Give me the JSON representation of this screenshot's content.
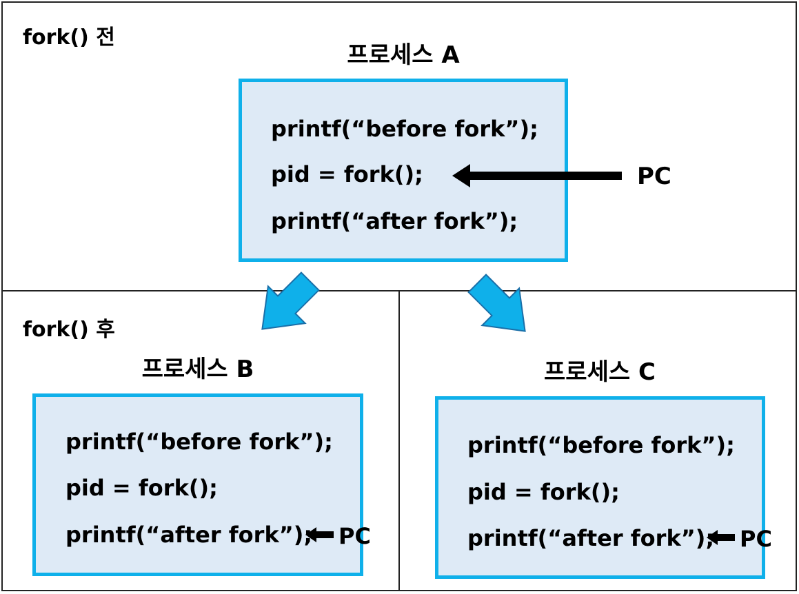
{
  "before": {
    "label": "fork() 전",
    "process": {
      "title": "프로세스 A",
      "lines": [
        "printf(“before fork”);",
        "pid = fork();",
        "printf(“after fork”);"
      ],
      "pc_label": "PC"
    }
  },
  "after": {
    "label": "fork() 후",
    "process_b": {
      "title": "프로세스 B",
      "lines": [
        "printf(“before fork”);",
        "pid = fork();",
        "printf(“after fork”);"
      ],
      "pc_label": "PC"
    },
    "process_c": {
      "title": "프로세스 C",
      "lines": [
        "printf(“before fork”);",
        "pid = fork();",
        "printf(“after fork”);"
      ],
      "pc_label": "PC"
    }
  },
  "colors": {
    "box_fill": "#deeaf6",
    "box_border": "#0fb0ea",
    "fork_arrow": "#0fb0ea",
    "pc_arrow": "#000000"
  }
}
